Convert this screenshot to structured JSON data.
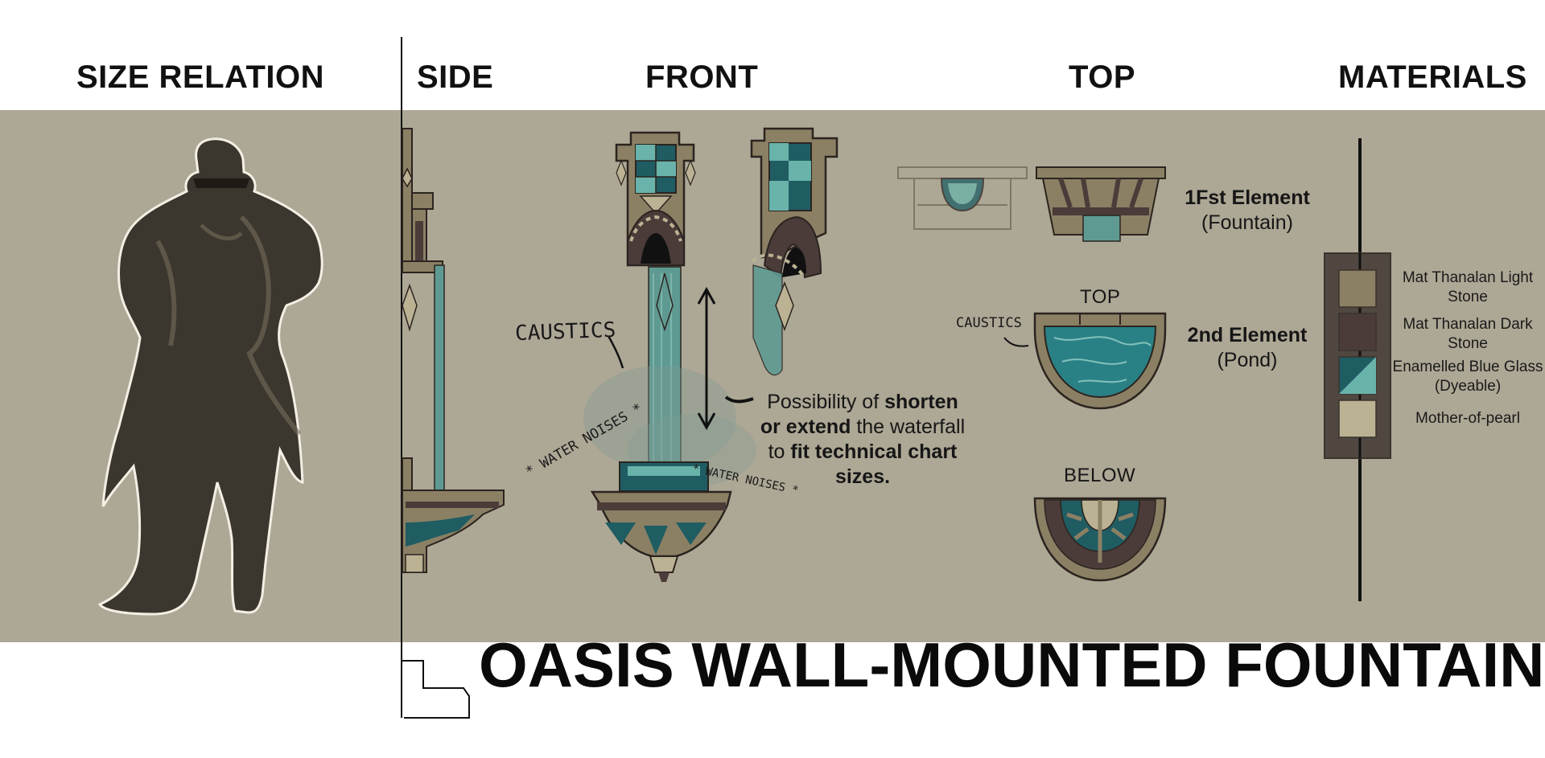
{
  "headers": {
    "size_relation": "SIZE RELATION",
    "side": "SIDE",
    "front": "FRONT",
    "top": "TOP",
    "materials": "MATERIALS"
  },
  "elements": {
    "first_title": "1Fst Element",
    "first_sub": "(Fountain)",
    "second_title": "2nd Element",
    "second_sub": "(Pond)",
    "top_label": "TOP",
    "below_label": "BELOW"
  },
  "annotations": {
    "caustics_front": "CAUSTICS",
    "caustics_top": "CAUSTICS",
    "water_noises_left": "* WATER NOISES *",
    "water_noises_right": "* WATER NOISES *",
    "note_part1": "Possibility of ",
    "note_bold1": "shorten",
    "note_bold2": "or extend",
    "note_part2": " the waterfall",
    "note_part3": "to ",
    "note_bold3": "fit technical chart",
    "note_bold4": "sizes."
  },
  "materials": [
    {
      "name": "Mat Thanalan Light Stone",
      "color": "#8b8064"
    },
    {
      "name": "Mat Thanalan Dark Stone",
      "color": "#4b3c3a"
    },
    {
      "name": "Enamelled Blue Glass (Dyeable)",
      "color": "#1f5d63",
      "color2": "#69b3aa"
    },
    {
      "name": "Mother-of-pearl",
      "color": "#bbb294"
    }
  ],
  "title": "OASIS WALL-MOUNTED FOUNTAIN",
  "colors": {
    "background_band": "#ada795",
    "light_stone": "#8b8064",
    "dark_stone": "#4b3c3a",
    "glass_dark": "#1f5d63",
    "glass_light": "#69b3aa",
    "pearl": "#bbb294",
    "silhouette": "#3b362e"
  }
}
